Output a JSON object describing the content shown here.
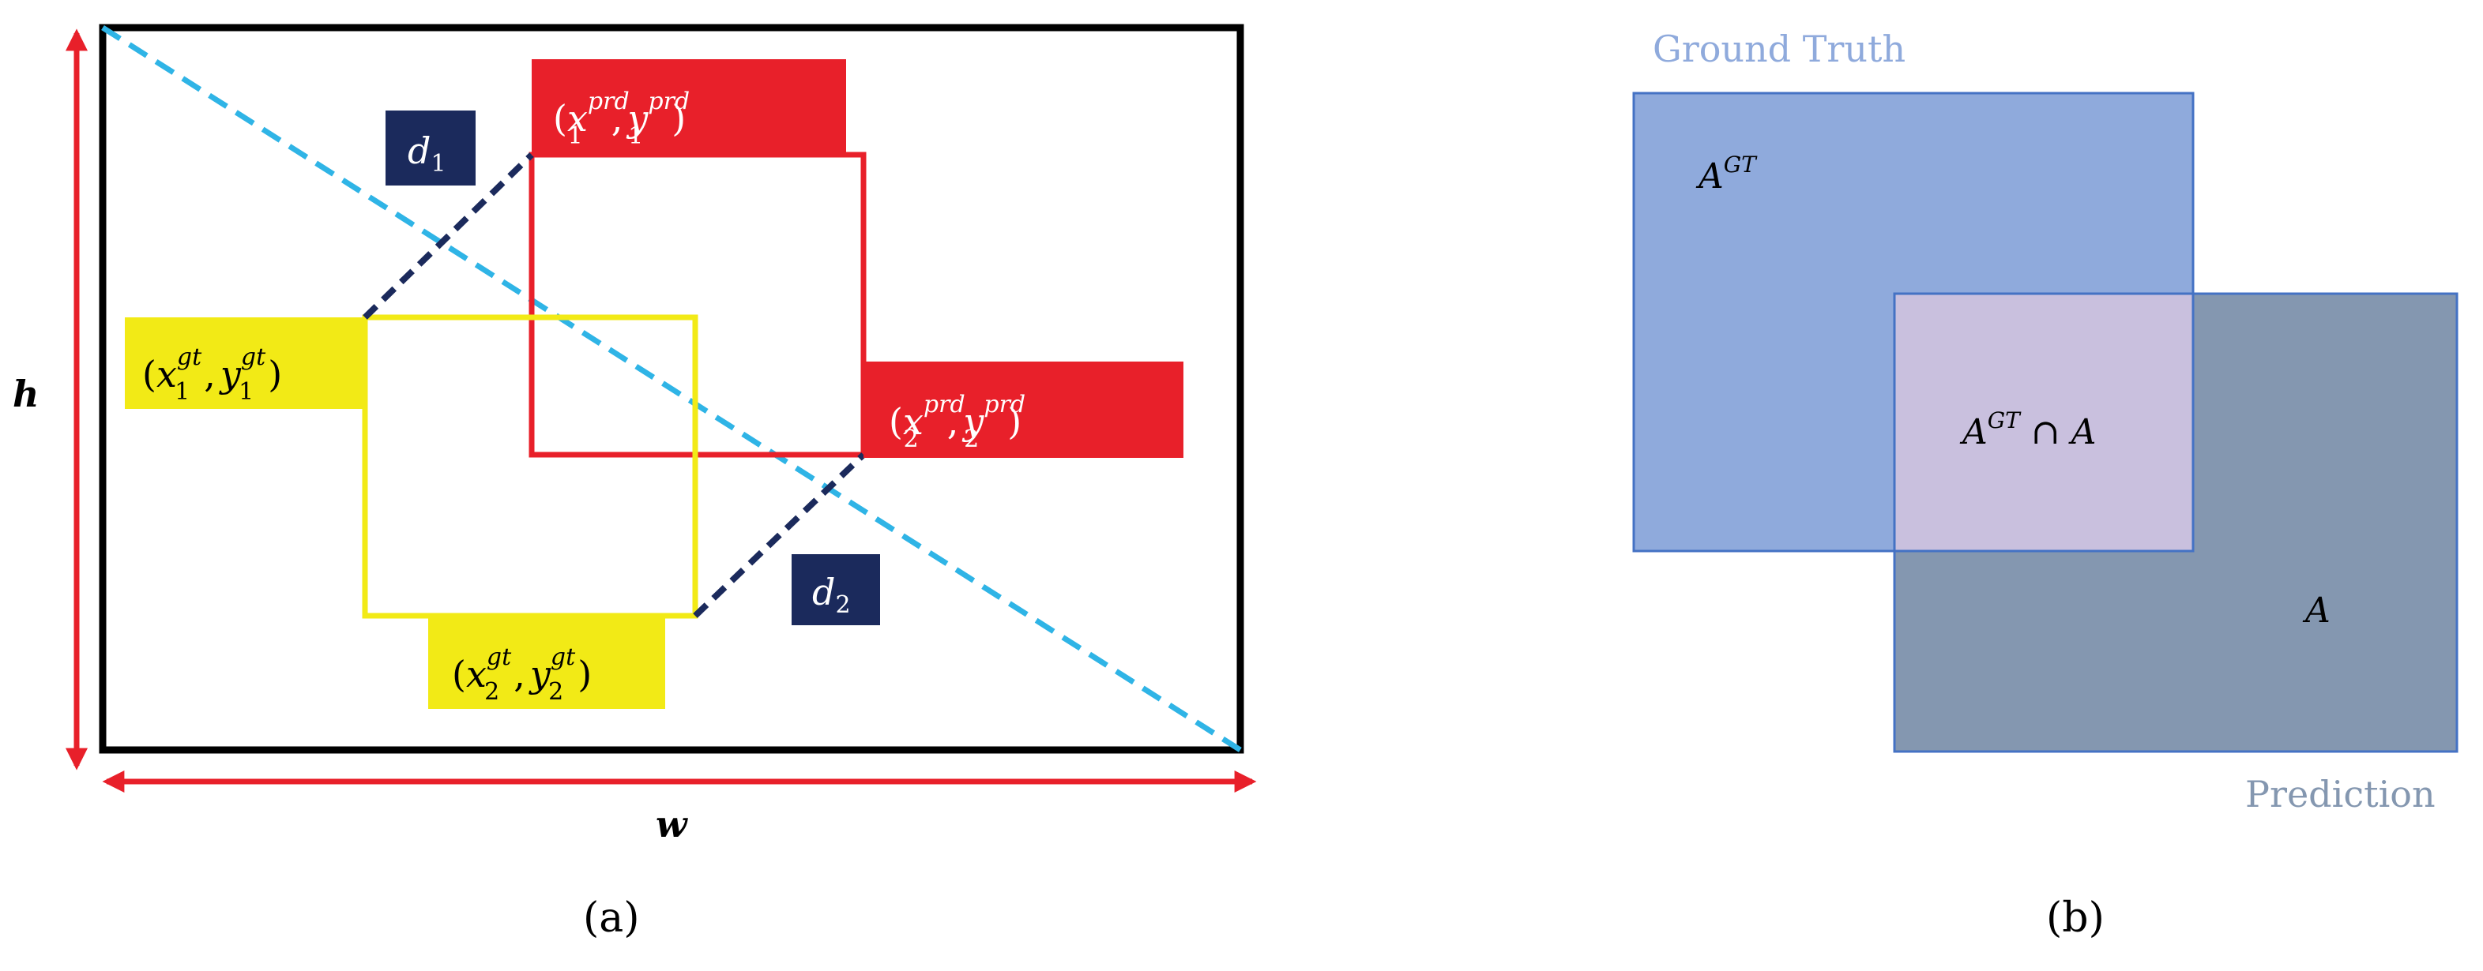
{
  "panel_a": {
    "caption": "(a)",
    "height_label": "h",
    "width_label": "w",
    "d1_label": {
      "main": "d",
      "sub": "1"
    },
    "d2_label": {
      "main": "d",
      "sub": "2"
    },
    "pred_point_1": {
      "x": "x",
      "x_sub": "1",
      "x_sup": "prd",
      "y": "y",
      "y_sub": "1",
      "y_sup": "prd"
    },
    "pred_point_2": {
      "x": "x",
      "x_sub": "2",
      "x_sup": "prd",
      "y": "y",
      "y_sub": "2",
      "y_sup": "prd"
    },
    "gt_point_1": {
      "x": "x",
      "x_sub": "1",
      "x_sup": "gt",
      "y": "y",
      "y_sub": "1",
      "y_sup": "gt"
    },
    "gt_point_2": {
      "x": "x",
      "x_sub": "2",
      "x_sup": "gt",
      "y": "y",
      "y_sub": "2",
      "y_sup": "gt"
    },
    "colors": {
      "prediction_box": "#e8202a",
      "gt_box": "#f2ea16",
      "distance": "#1b2a5c",
      "diagonal": "#2fb4e6",
      "arrows": "#e8202a"
    }
  },
  "panel_b": {
    "caption": "(b)",
    "ground_truth_label": "Ground Truth",
    "prediction_label": "Prediction",
    "area_gt": {
      "main": "A",
      "sup": "GT"
    },
    "intersection": {
      "main": "A",
      "sup": "GT",
      "op": " ∩ ",
      "second": "A"
    },
    "area_pred": "A",
    "colors": {
      "gt_fill": "#8faadc",
      "pred_fill": "#8497b0",
      "overlap_fill": "#c9c0de",
      "label_text": "#8faadc"
    }
  }
}
